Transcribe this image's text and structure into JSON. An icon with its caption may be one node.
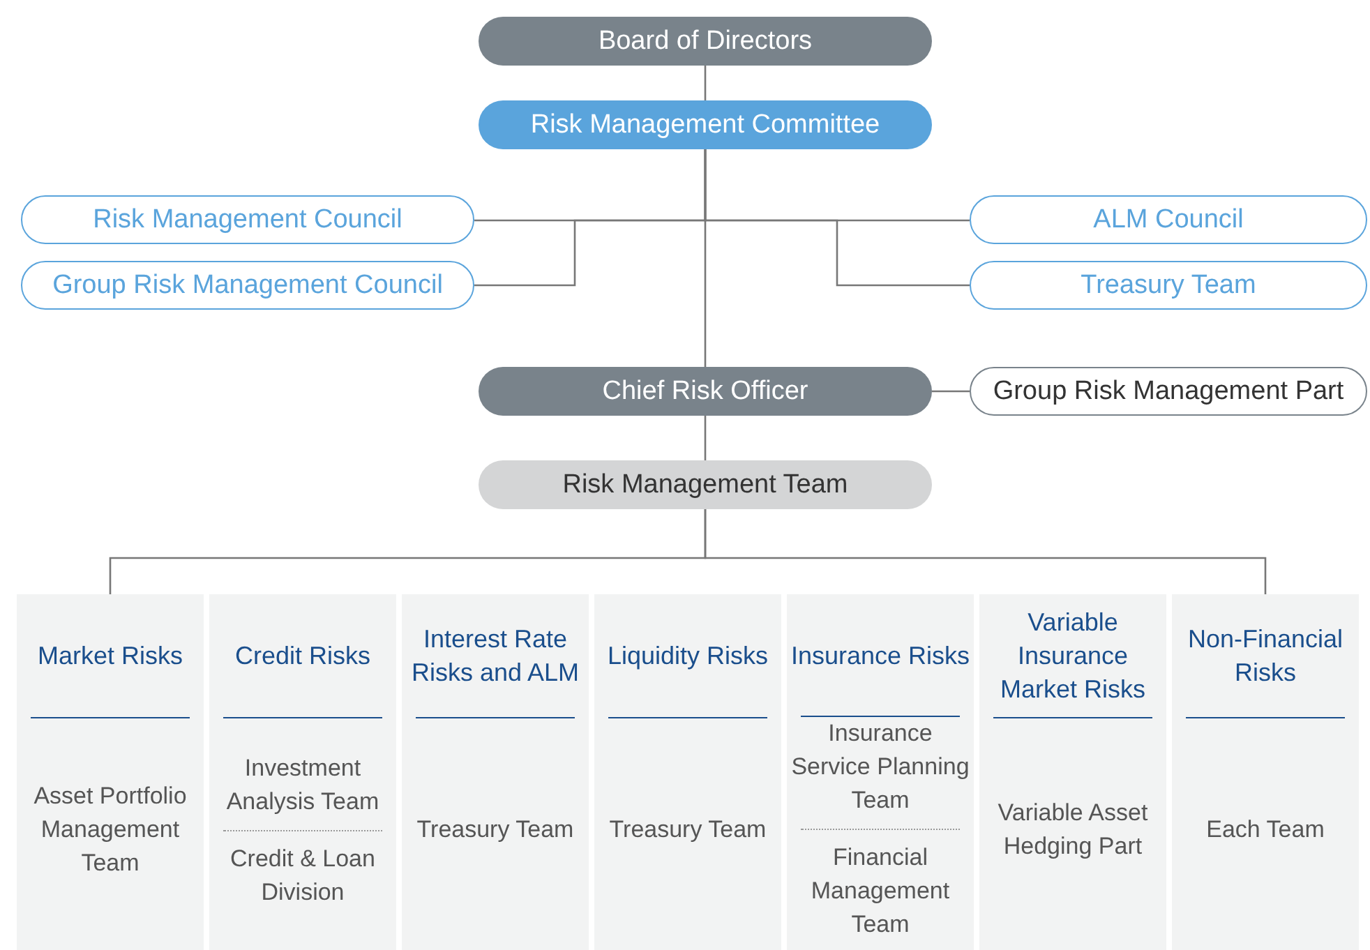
{
  "diagram": {
    "nodes": [
      {
        "text": [
          "Board of Directors"
        ]
      },
      {
        "text": [
          "Risk Management Committee"
        ]
      },
      {
        "text": [
          "Risk Management Council"
        ]
      },
      {
        "text": [
          "Group Risk Management Council"
        ]
      },
      {
        "text": [
          "ALM Council"
        ]
      },
      {
        "text": [
          "Treasury Team"
        ]
      },
      {
        "text": [
          "Chief Risk Officer"
        ]
      },
      {
        "text": [
          "Group Risk Management Part"
        ]
      },
      {
        "text": [
          "Risk Management Team"
        ]
      },
      {
        "text": [
          "Market Risks",
          "Asset Portfolio Management Team"
        ]
      },
      {
        "text": [
          "Credit Risks",
          "Investment Analysis Team",
          "Credit & Loan Division"
        ]
      },
      {
        "text": [
          "Interest Rate Risks and ALM",
          "Treasury Team"
        ]
      },
      {
        "text": [
          "Liquidity Risks",
          "Treasury Team"
        ]
      },
      {
        "text": [
          "Insurance Risks",
          "Insurance Service Planning Team",
          "Financial Management Team"
        ]
      },
      {
        "text": [
          "Variable Insurance Market Risks",
          "Variable Asset Hedging Part"
        ]
      },
      {
        "text": [
          "Non-Financial Risks",
          "Each Team"
        ]
      }
    ],
    "edges": [
      {
        "from": 0,
        "to": 1,
        "arrow": "none"
      },
      {
        "from": 1,
        "to": 2,
        "arrow": "none"
      },
      {
        "from": 1,
        "to": 3,
        "arrow": "none"
      },
      {
        "from": 1,
        "to": 4,
        "arrow": "none"
      },
      {
        "from": 1,
        "to": 5,
        "arrow": "none"
      },
      {
        "from": 1,
        "to": 6,
        "arrow": "none"
      },
      {
        "from": 6,
        "to": 7,
        "arrow": "none"
      },
      {
        "from": 6,
        "to": 8,
        "arrow": "none"
      },
      {
        "from": 8,
        "to": 9,
        "arrow": "none"
      },
      {
        "from": 8,
        "to": 15,
        "arrow": "none"
      }
    ]
  }
}
